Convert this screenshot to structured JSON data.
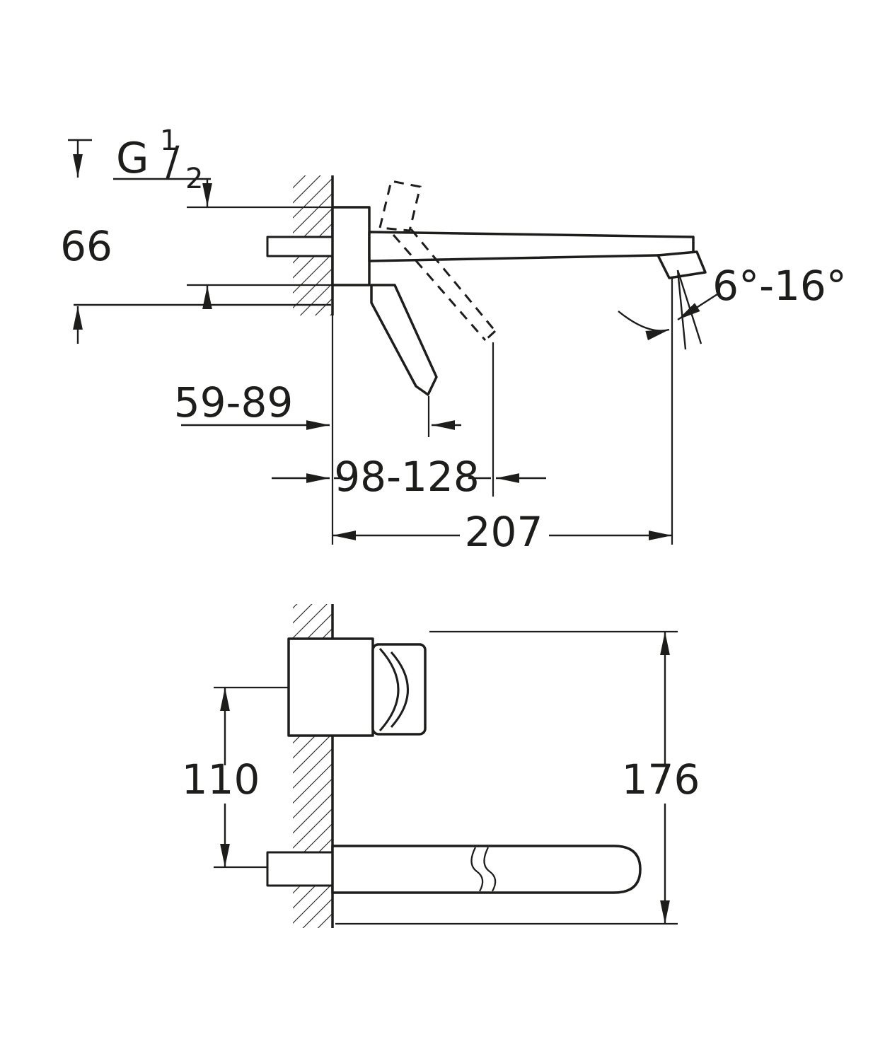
{
  "page": {
    "background": "#ffffff",
    "line_color": "#1d1d1b",
    "description": "Technical dimension drawing of a wall-mounted single-lever basin mixer (side view and front view)"
  },
  "dims": {
    "thread_base": "G",
    "thread_sup": "1",
    "thread_slash": "/",
    "thread_sub": "2",
    "height": "66",
    "depth_range": "59-89",
    "lever_reach_range": "98-128",
    "spout_reach": "207",
    "spout_angle": "6°-16°",
    "center_distance": "110",
    "overall_height": "176"
  }
}
